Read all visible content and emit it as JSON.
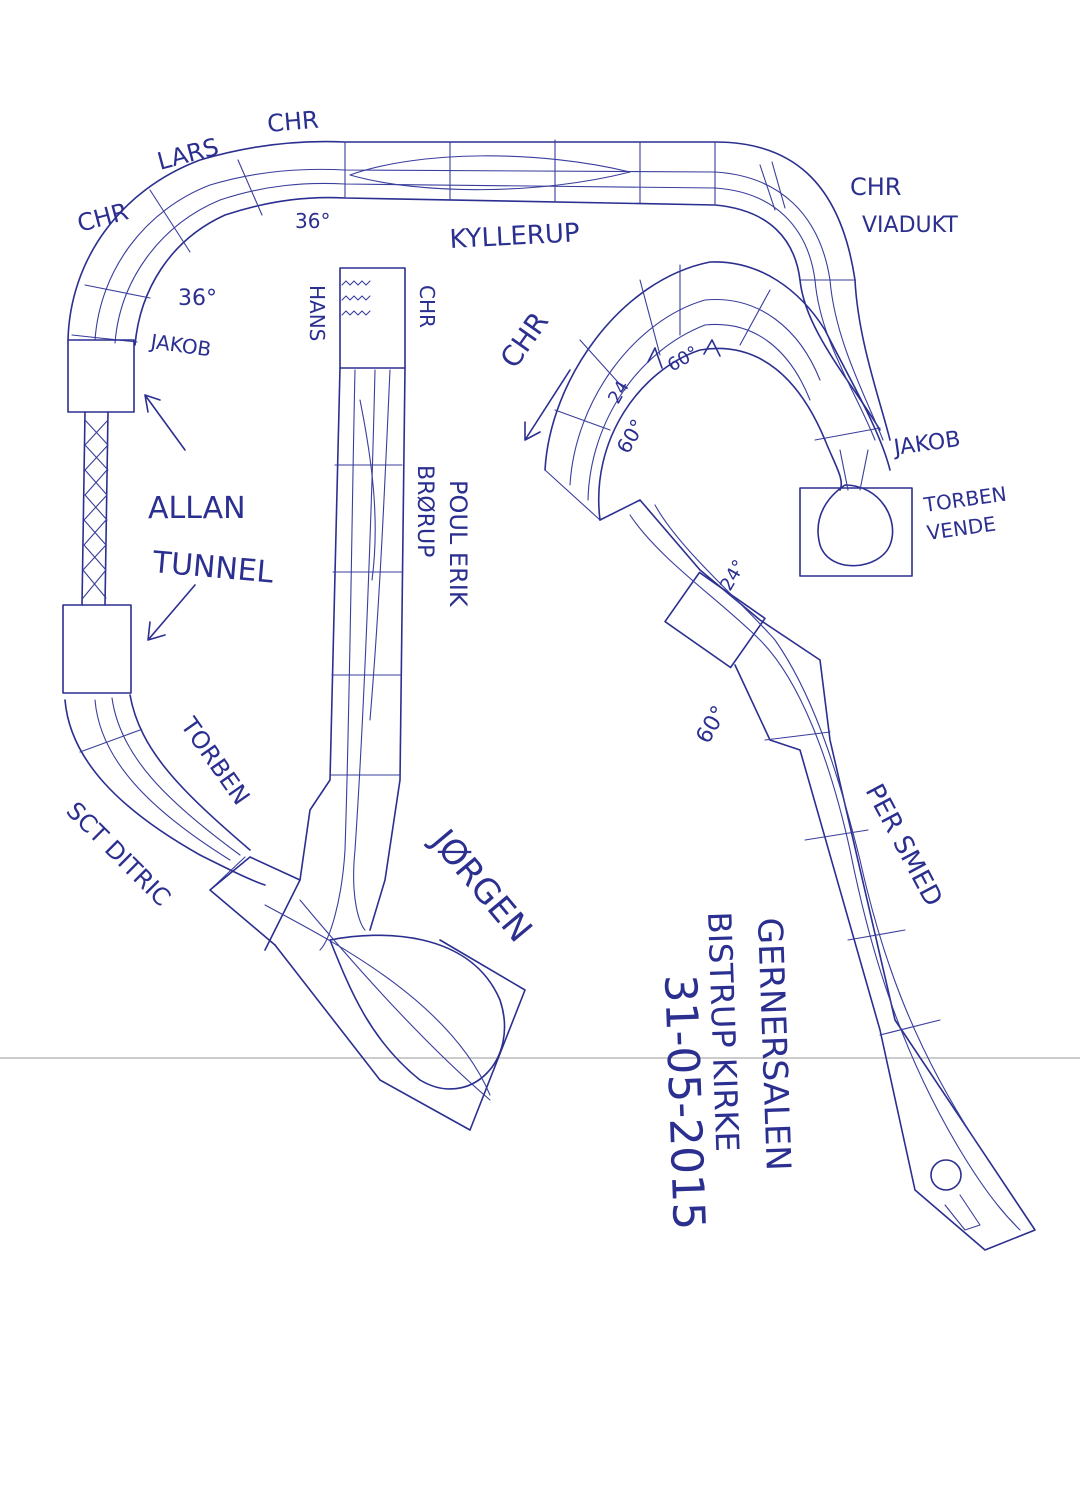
{
  "labels": {
    "chr_top_left": "CHR",
    "lars": "LARS",
    "chr_top": "CHR",
    "deg_36_top": "36°",
    "kyllerup": "KYLLERUP",
    "chr_viaduct": "CHR",
    "viadukt": "VIADUKT",
    "deg_36_left": "36°",
    "jakob_left": "JAKOB",
    "hans": "HANS",
    "chr_yard": "CHR",
    "allan": "ALLAN",
    "tunnel": "TUNNEL",
    "poul_erik": "POUL ERIK",
    "brorup": "BRØRUP",
    "torben_left": "TORBEN",
    "sct_ditric": "SCT DITRIC",
    "jorgen": "JØRGEN",
    "chr_right": "CHR",
    "deg_60_a": "60°",
    "deg_24_a": "24",
    "deg_60_b": "60°",
    "jakob_right": "JAKOB",
    "torben_vende": "TORBEN",
    "vende": "VENDE",
    "deg_24_b": "24°",
    "deg_60_c": "60°",
    "per_smed": "PER SMED",
    "gernersalen": "GERNERSALEN",
    "bistrup_kirke": "BISTRUP KIRKE",
    "date": "31-05-2015"
  }
}
